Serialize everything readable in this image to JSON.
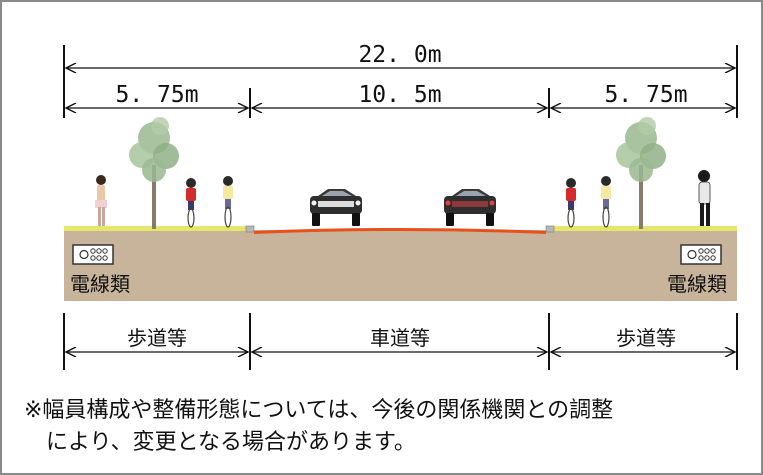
{
  "dimensions": {
    "total": "22. 0m",
    "left_sidewalk": "5. 75m",
    "roadway": "10. 5m",
    "right_sidewalk": "5. 75m"
  },
  "zones": {
    "left": "歩道等",
    "center": "車道等",
    "right": "歩道等"
  },
  "cables": {
    "left": "電線類",
    "right": "電線類"
  },
  "note": {
    "line1": "※幅員構成や整備形態については、今後の関係機関との調整",
    "line2": "により、変更となる場合があります。"
  },
  "colors": {
    "ground": "#c8b49a",
    "road_surface": "#e8501c",
    "sidewalk_strip": "#e6e66a",
    "tree_leaves": "#9ab890",
    "car": "#2e2e2e"
  }
}
